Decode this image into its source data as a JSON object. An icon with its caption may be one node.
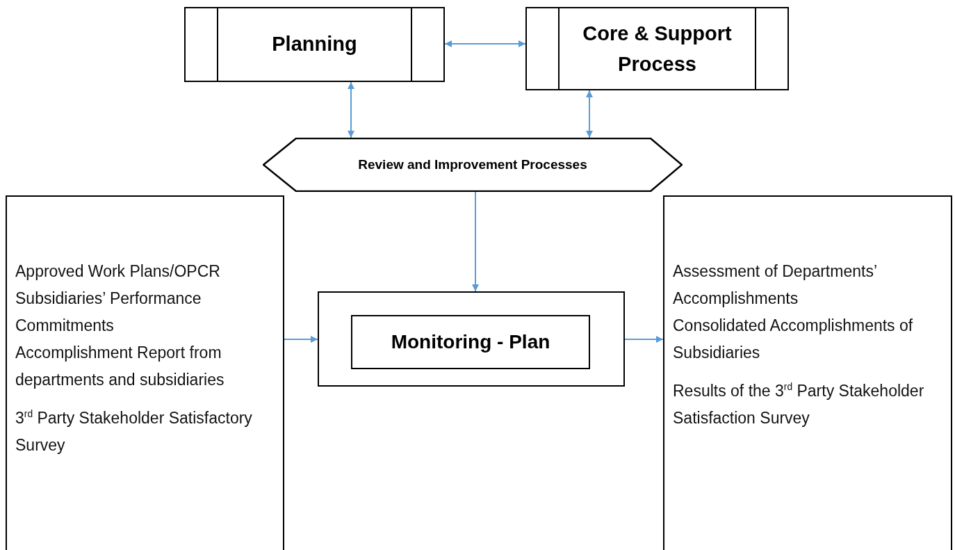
{
  "diagram": {
    "nodes": [
      {
        "text": [
          "Planning"
        ]
      },
      {
        "text": [
          "Core & Support Process"
        ]
      },
      {
        "text": [
          "Review and Improvement Processes"
        ]
      },
      {
        "text": [
          "Approved Work Plans/OPCR",
          "Subsidiaries’ Performance Commitments",
          "Accomplishment Report from departments and subsidiaries",
          "3$^{rd}$ Party Stakeholder Satisfactory Survey"
        ]
      },
      {
        "text": [],
        "shape": "box"
      },
      {
        "text": [
          "Monitoring - Plan"
        ],
        "in": 4
      },
      {
        "text": [
          "Assessment of Departments’ Accomplishments",
          "Consolidated Accomplishments of Subsidiaries",
          "Results of the 3$^{rd}$ Party Stakeholder Satisfaction Survey"
        ]
      }
    ],
    "edges": [
      {
        "from": 0,
        "to": 1,
        "arrow": "both"
      },
      {
        "from": 0,
        "to": 2,
        "arrow": "both"
      },
      {
        "from": 1,
        "to": 2,
        "arrow": "both"
      },
      {
        "from": 2,
        "to": 4,
        "arrow": "to"
      },
      {
        "from": 3,
        "to": 4,
        "arrow": "to"
      },
      {
        "from": 4,
        "to": 6,
        "arrow": "to"
      }
    ]
  }
}
